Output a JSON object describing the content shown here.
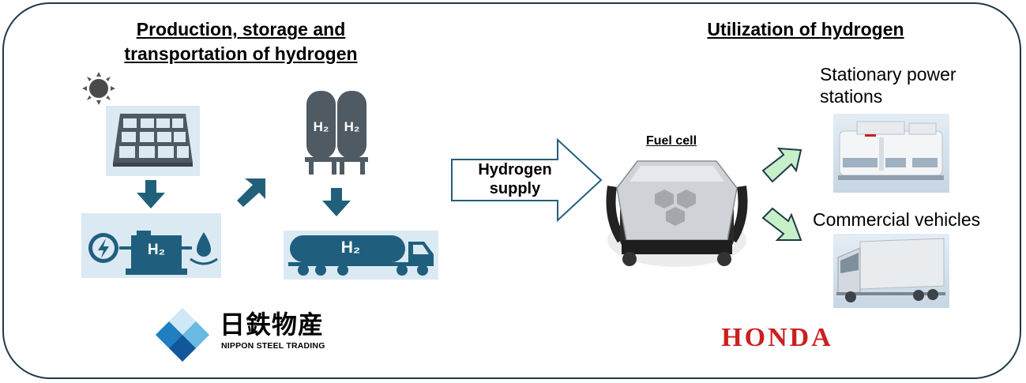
{
  "left_section": {
    "title_line1": "Production, storage and",
    "title_line2": "transportation of hydrogen"
  },
  "right_section": {
    "title": "Utilization of hydrogen"
  },
  "hydrogen_supply_arrow": {
    "line1": "Hydrogen",
    "line2": "supply"
  },
  "fuel_cell_label": "Fuel cell",
  "stationary_label_line1": "Stationary power",
  "stationary_label_line2": "stations",
  "commercial_label": "Commercial vehicles",
  "h2_label": "H₂",
  "nippon_steel_trading": {
    "kanji": "日鉄物産",
    "english": "NIPPON STEEL TRADING"
  },
  "honda_logo": "HONDA",
  "colors": {
    "frame": "#1e3a47",
    "dark_arrow": "#22607a",
    "icon_bg": "#dbe9f3",
    "icon_dark": "#1f5f7d",
    "panel_dark": "#505a63",
    "green_arrow": "#c8f0c8",
    "honda_red": "#cc1f1f"
  }
}
